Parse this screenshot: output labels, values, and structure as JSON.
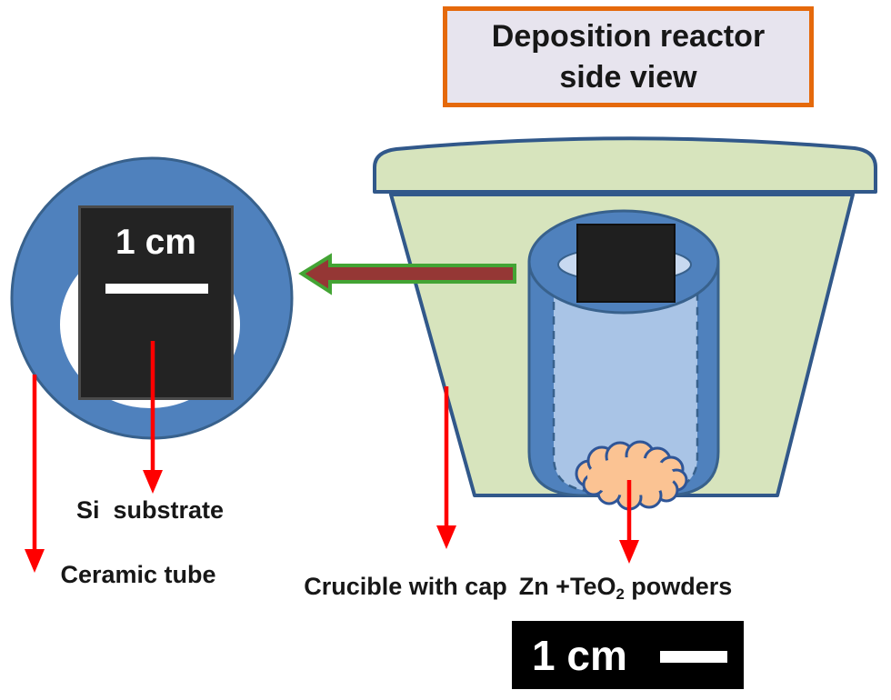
{
  "title": {
    "line1": "Deposition reactor",
    "line2": "side view"
  },
  "substrate_inset": {
    "scale_text": "1 cm"
  },
  "bottom_scale": {
    "scale_text": "1 cm"
  },
  "labels": {
    "si_substrate": "Si  substrate",
    "ceramic_tube": "Ceramic tube",
    "crucible_with_cap": "Crucible with cap",
    "zn_teo2": {
      "prefix": "Zn +TeO",
      "sub": "2",
      "suffix": " powders"
    }
  },
  "colors": {
    "tube_blue": "#4F81BD",
    "tube_border": "#38618C",
    "inner_cylinder_blue": "#A9C4E6",
    "cylinder_hole": "#C8D9F0",
    "crucible_fill": "#D7E4BD",
    "crucible_border": "#31588A",
    "powder_fill": "#FBC393",
    "powder_border": "#2F5597",
    "pointer_arrow_red": "#FF0000",
    "transfer_arrow_fill": "#953735",
    "transfer_arrow_border": "#43A434",
    "title_border_orange": "#E5690B",
    "title_background": "#E7E4EE",
    "substrate_black": "#232323"
  }
}
